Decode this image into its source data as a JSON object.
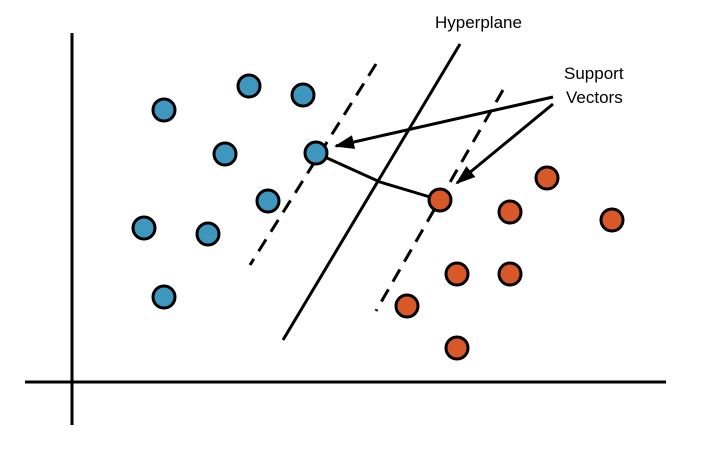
{
  "labels": {
    "hyperplane": "Hyperplane",
    "support_line1": "Support",
    "support_line2": "Vectors"
  },
  "colors": {
    "class_a": "#3f96be",
    "class_b": "#d9582a",
    "stroke": "#000000"
  }
}
